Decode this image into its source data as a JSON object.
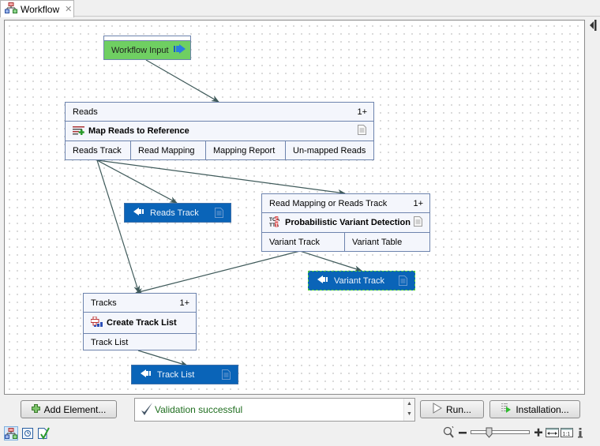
{
  "tab": {
    "label": "Workflow",
    "icon": "workflow-icon",
    "close": "✕"
  },
  "canvas": {
    "workflow_input": {
      "label": "Workflow Input",
      "icon": "right-arrow-icon"
    },
    "map_reads": {
      "input_label": "Reads",
      "input_count": "1+",
      "title": "Map Reads to Reference",
      "outputs": [
        "Reads Track",
        "Read Mapping",
        "Mapping Report",
        "Un-mapped Reads"
      ]
    },
    "variant_detection": {
      "input_label": "Read Mapping or Reads Track",
      "input_count": "1+",
      "title": "Probabilistic Variant Detection",
      "outputs": [
        "Variant Track",
        "Variant Table"
      ]
    },
    "create_track_list": {
      "input_label": "Tracks",
      "input_count": "1+",
      "title": "Create Track List",
      "outputs": [
        "Track List"
      ]
    },
    "output_nodes": [
      {
        "label": "Reads Track"
      },
      {
        "label": "Variant Track",
        "selected": true
      },
      {
        "label": "Track List"
      }
    ]
  },
  "controls": {
    "add_element": "Add Element...",
    "validation_status": "Validation successful",
    "run": "Run...",
    "installation": "Installation..."
  },
  "colors": {
    "input_green": "#6fcf62",
    "output_blue": "#0a64b8",
    "node_border": "#6d83ad",
    "wire": "#3f5a5a",
    "status_green": "#1f6e1f"
  },
  "bottom_bar": {
    "views": [
      "workflow-view-icon",
      "history-view-icon",
      "validation-view-icon"
    ],
    "zoom_controls": [
      "zoom-tool-icon",
      "zoom-out",
      "zoom-slider",
      "zoom-in",
      "fit-width",
      "actual-size",
      "info"
    ]
  }
}
